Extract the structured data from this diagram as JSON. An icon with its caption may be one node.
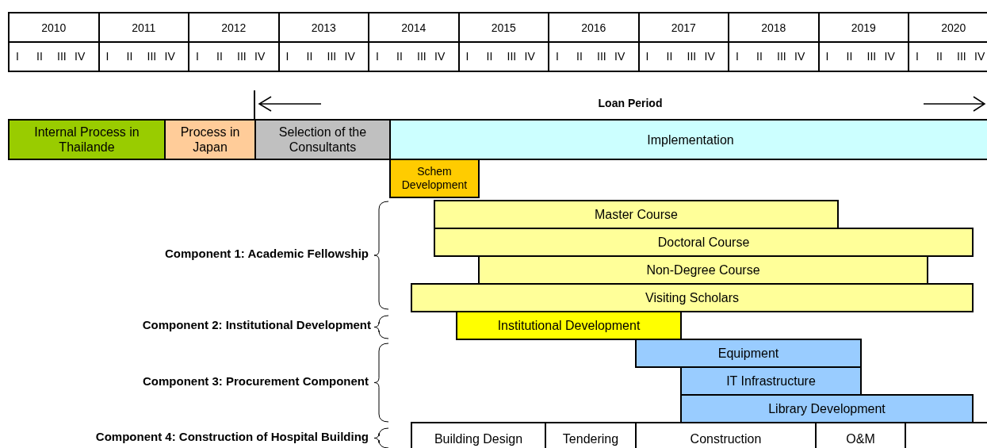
{
  "diagram": {
    "nodes": [
      {
        "text": [
          "Internal Process in Thailande"
        ]
      },
      {
        "text": [
          "Process in Japan"
        ]
      },
      {
        "text": [
          "Selection of the Consultants"
        ]
      },
      {
        "text": [
          "Implementation"
        ]
      },
      {
        "text": [
          "Schem Development"
        ]
      },
      {
        "text": [
          "Master Course"
        ]
      },
      {
        "text": [
          "Doctoral Course"
        ]
      },
      {
        "text": [
          "Non-Degree Course"
        ]
      },
      {
        "text": [
          "Visiting Scholars"
        ]
      },
      {
        "text": [
          "Institutional Development"
        ]
      },
      {
        "text": [
          "Equipment"
        ]
      },
      {
        "text": [
          "IT Infrastructure"
        ]
      },
      {
        "text": [
          "Library Development"
        ]
      },
      {
        "text": [
          "Building Design"
        ]
      },
      {
        "text": [
          "Tendering"
        ]
      },
      {
        "text": [
          "Construction"
        ]
      },
      {
        "text": [
          "O&M"
        ]
      },
      {
        "text": [],
        "shape": "box"
      }
    ],
    "edges": [],
    "labels": [
      "2010",
      "2011",
      "2012",
      "2013",
      "2014",
      "2015",
      "2016",
      "2017",
      "2018",
      "2019",
      "2020",
      "I",
      "II",
      "III",
      "IV",
      "I",
      "II",
      "III",
      "IV",
      "I",
      "II",
      "III",
      "IV",
      "I",
      "II",
      "III",
      "IV",
      "I",
      "II",
      "III",
      "IV",
      "I",
      "II",
      "III",
      "IV",
      "I",
      "II",
      "III",
      "IV",
      "I",
      "II",
      "III",
      "IV",
      "I",
      "II",
      "III",
      "IV",
      "I",
      "II",
      "III",
      "IV",
      "I",
      "II",
      "III",
      "IV",
      "Loan Period",
      "Component 1: Academic Fellowship",
      "Component 2: Institutional Development",
      "Component 3: Procurement Component",
      "Component 4: Construction of Hospital Building"
    ]
  }
}
